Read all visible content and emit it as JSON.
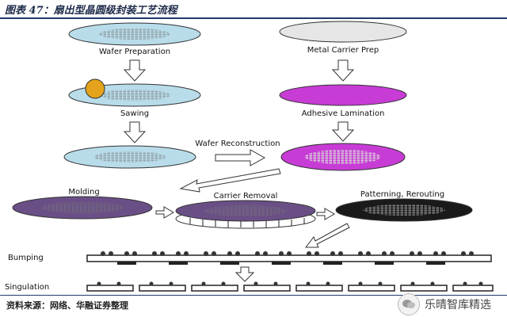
{
  "header": {
    "title": "图表 47：扇出型晶圆级封装工艺流程"
  },
  "steps": {
    "wafer_prep": "Wafer Preparation",
    "sawing": "Sawing",
    "metal_carrier": "Metal Carrier Prep",
    "adhesive": "Adhesive Lamination",
    "wafer_recon": "Wafer Reconstruction",
    "molding": "Molding",
    "carrier_removal": "Carrier Removal",
    "patterning": "Patterning, Rerouting",
    "bumping": "Bumping",
    "singulation": "Singulation"
  },
  "footer": {
    "source": "资料来源：网络、华融证券整理",
    "watermark": "乐晴智库精选"
  },
  "colors": {
    "wafer_light": "#b8dcea",
    "carrier": "#e6e6e6",
    "adhesive": "#c83cd6",
    "mold": "#6a4f86",
    "patterned": "#1a1a1a",
    "title_rule": "#1f3a6b"
  }
}
